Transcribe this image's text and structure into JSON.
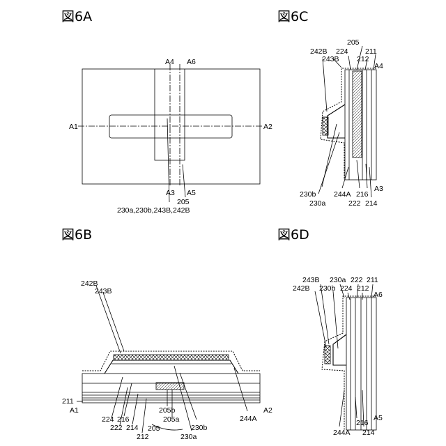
{
  "figures": {
    "fig6a": {
      "title": "図6A"
    },
    "fig6b": {
      "title": "図6B"
    },
    "fig6c": {
      "title": "図6C"
    },
    "fig6d": {
      "title": "図6D"
    }
  },
  "labels_6a": {
    "A4": "A4",
    "A6": "A6",
    "A1": "A1",
    "A2": "A2",
    "A3": "A3",
    "A5": "A5",
    "n205": "205",
    "n230": "230a,230b,243B,242B"
  },
  "labels_6b": {
    "n242B": "242B",
    "n243B": "243B",
    "n211": "211",
    "A1": "A1",
    "A2": "A2",
    "n224": "224",
    "n216": "216",
    "n222": "222",
    "n214": "214",
    "n212": "212",
    "n205b": "205b",
    "n205a": "205a",
    "n205": "205",
    "n230b": "230b",
    "n230a": "230a",
    "n244A": "244A"
  },
  "labels_6c": {
    "n205": "205",
    "n242B": "242B",
    "n224": "224",
    "n211": "211",
    "n243B": "243B",
    "n212": "212",
    "A4": "A4",
    "n230b": "230b",
    "n230a": "230a",
    "n244A": "244A",
    "n216": "216",
    "A3": "A3",
    "n222": "222",
    "n214": "214"
  },
  "labels_6d": {
    "n243B": "243B",
    "n230a": "230a",
    "n222": "222",
    "n211": "211",
    "n242B": "242B",
    "n230b": "230b",
    "n224": "224",
    "n212": "212",
    "A6": "A6",
    "n244A": "244A",
    "n216": "216",
    "A5": "A5",
    "n214": "214"
  }
}
